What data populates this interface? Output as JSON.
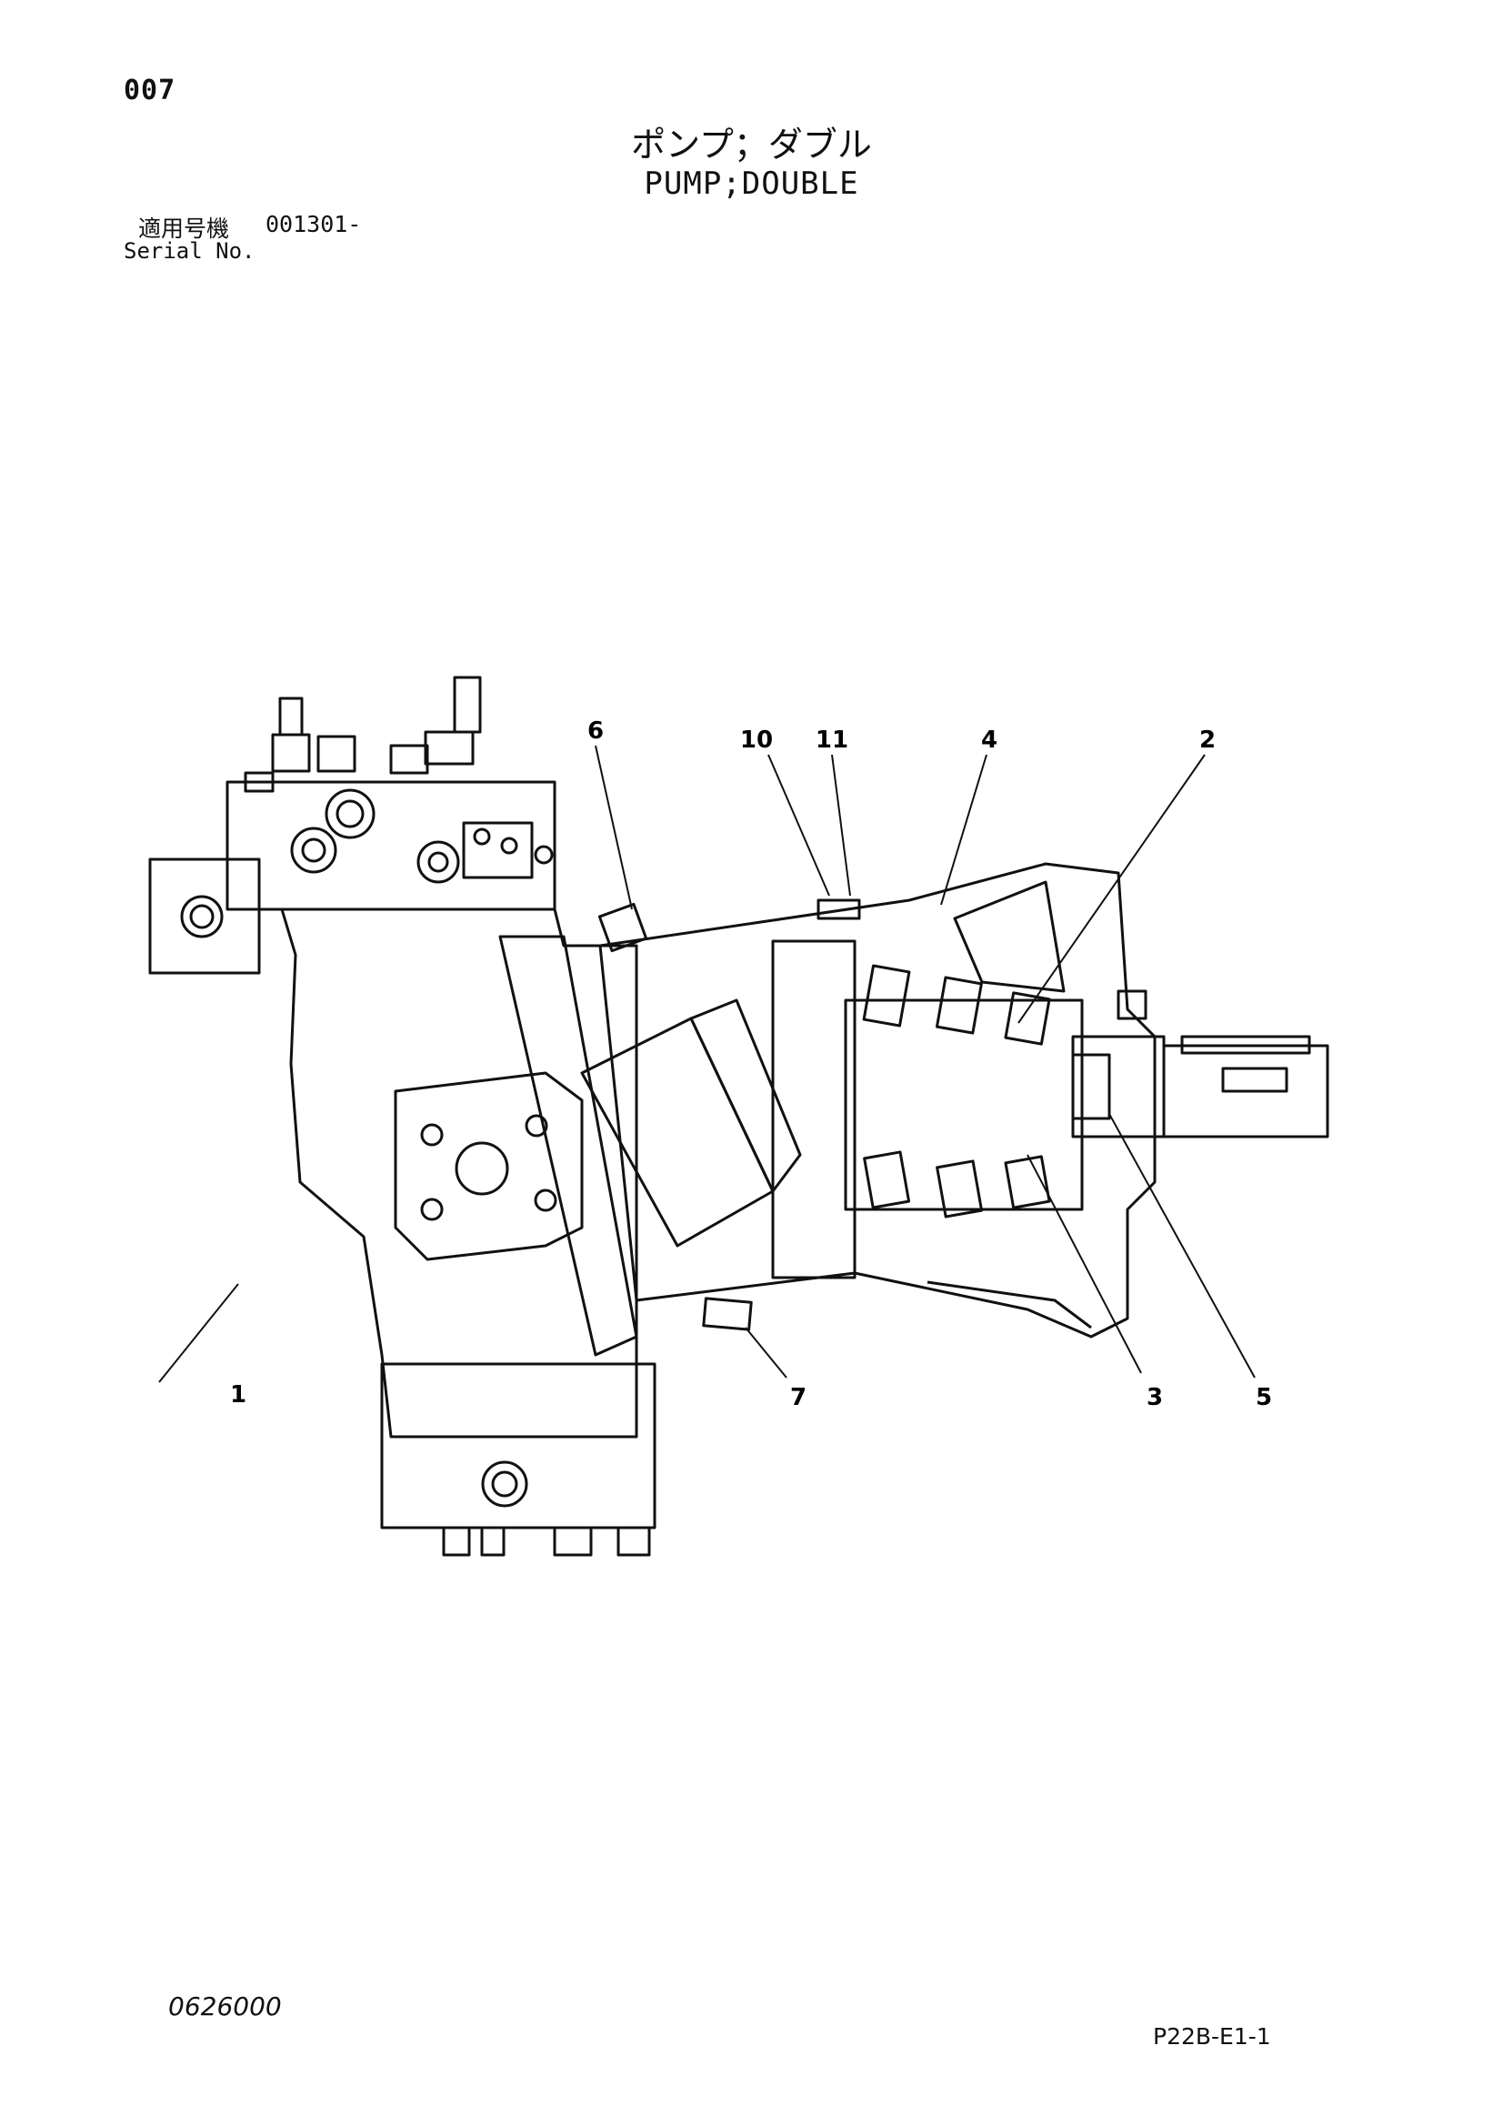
{
  "header": {
    "page_number": "007",
    "title_jp": "ポンプ；ダブル",
    "title_en": "PUMP;DOUBLE",
    "serial_label_jp": "適用号機",
    "serial_number": "001301-",
    "serial_label_en": "Serial No."
  },
  "callouts": [
    "1",
    "2",
    "3",
    "4",
    "5",
    "6",
    "7",
    "10",
    "11"
  ],
  "footer": {
    "drawing_code": "0626000",
    "reference": "P22B-E1-1"
  }
}
